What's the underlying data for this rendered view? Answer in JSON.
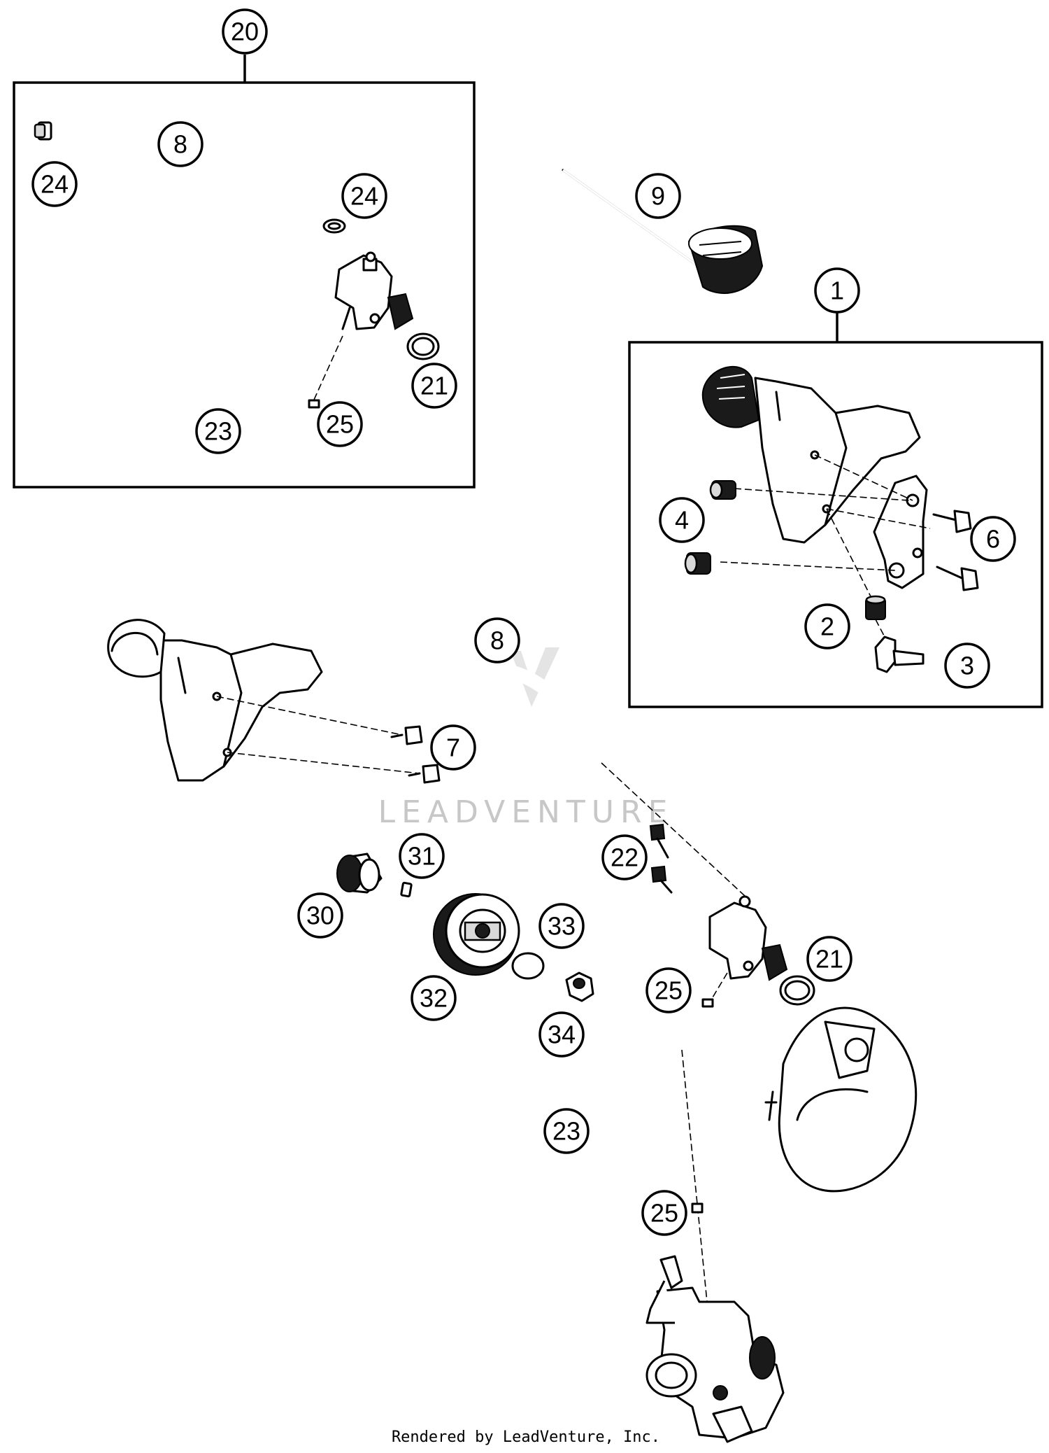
{
  "diagram": {
    "watermark": "LEADVENTURE",
    "footer": "Rendered by LeadVenture, Inc.",
    "kits": [
      {
        "label": "20",
        "contains": [
          "8",
          "24",
          "21",
          "23",
          "25"
        ]
      },
      {
        "label": "1",
        "contains": [
          "2",
          "3",
          "4",
          "6"
        ]
      }
    ],
    "callouts": {
      "c20": "20",
      "c8a": "8",
      "c24a": "24",
      "c24b": "24",
      "c21a": "21",
      "c23a": "23",
      "c25a": "25",
      "c9": "9",
      "c1": "1",
      "c4": "4",
      "c6": "6",
      "c2": "2",
      "c3": "3",
      "c8b": "8",
      "c7": "7",
      "c31": "31",
      "c22": "22",
      "c30": "30",
      "c33": "33",
      "c21b": "21",
      "c32": "32",
      "c25b": "25",
      "c34": "34",
      "c23b": "23",
      "c25c": "25"
    }
  }
}
